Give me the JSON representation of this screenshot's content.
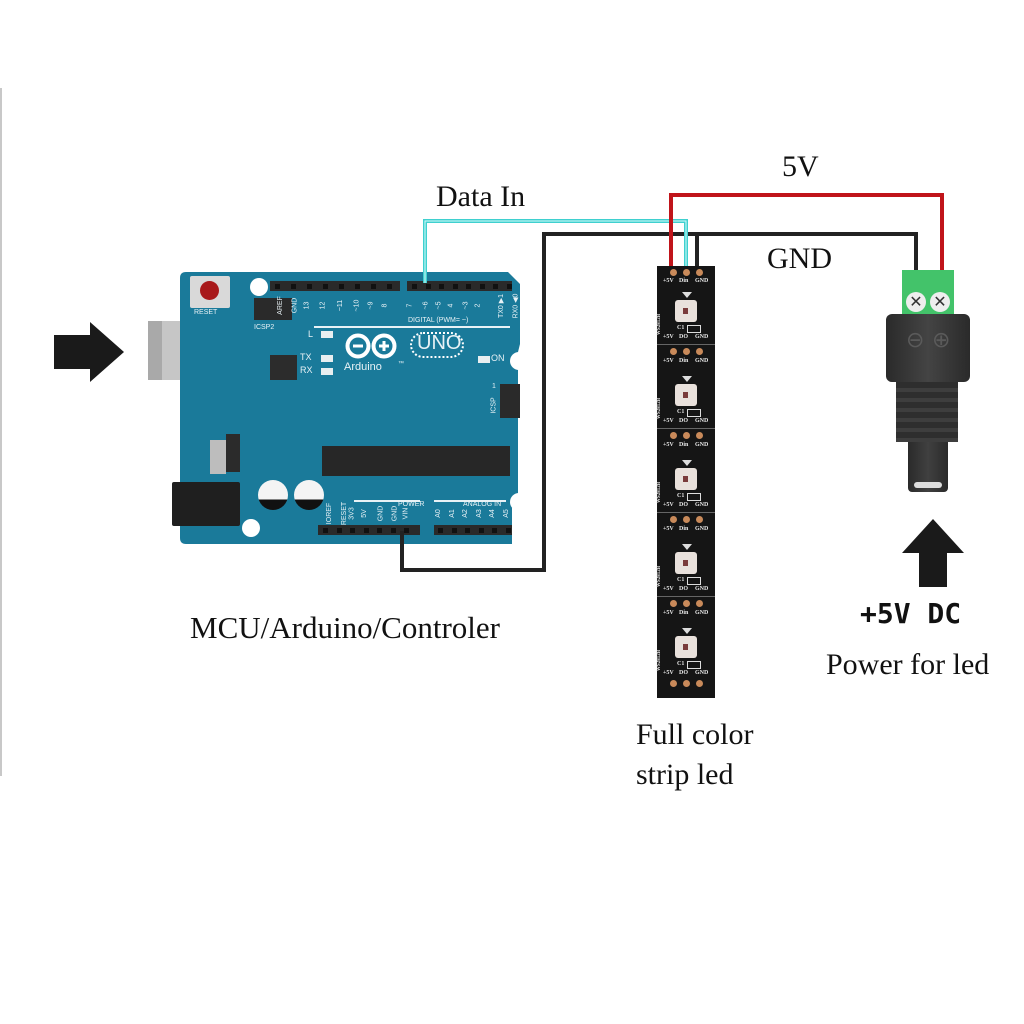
{
  "labels": {
    "data_in": "Data In",
    "five_v": "5V",
    "gnd": "GND",
    "mcu": "MCU/Arduino/Controler",
    "strip_line1": "Full color",
    "strip_line2": "strip led",
    "power_voltage": "+5V DC",
    "power_desc": "Power for led"
  },
  "arduino": {
    "reset": "RESET",
    "icsp2": "ICSP2",
    "icsp": "ICSP",
    "icsp_pin1": "1",
    "led_l": "L",
    "led_tx": "TX",
    "led_rx": "RX",
    "led_on": "ON",
    "brand": "Arduino",
    "model": "UNO",
    "tm": "™",
    "digital_label": "DIGITAL (PWM= ~)",
    "power_label": "POWER",
    "analog_label": "ANALOG IN",
    "top_pins_left": [
      "AREF",
      "GND",
      "13",
      "12",
      "~11",
      "~10",
      "~9",
      "8"
    ],
    "top_pins_right": [
      "7",
      "~6",
      "~5",
      "4",
      "~3",
      "2",
      "TX0 ▶1",
      "RX0 ◀0"
    ],
    "power_pins": [
      "IOREF",
      "RESET",
      "3V3",
      "5V",
      "GND",
      "GND",
      "VIN"
    ],
    "analog_pins": [
      "A0",
      "A1",
      "A2",
      "A3",
      "A4",
      "A5"
    ]
  },
  "strip": {
    "input_pads": [
      "+5V",
      "Din",
      "GND"
    ],
    "output_pads": [
      "+5V",
      "DO",
      "GND"
    ],
    "chip_label": "WS2812B",
    "cap_label": "C1",
    "segments": 5
  },
  "connector": {
    "minus": "⊖",
    "plus": "⊕"
  },
  "wires": {
    "data_color": "#3fd0cf",
    "vcc_color": "#c0141a",
    "gnd_color": "#222222"
  },
  "colors": {
    "board": "#1a7a9a",
    "terminal": "#43c36a",
    "strip": "#151515"
  }
}
